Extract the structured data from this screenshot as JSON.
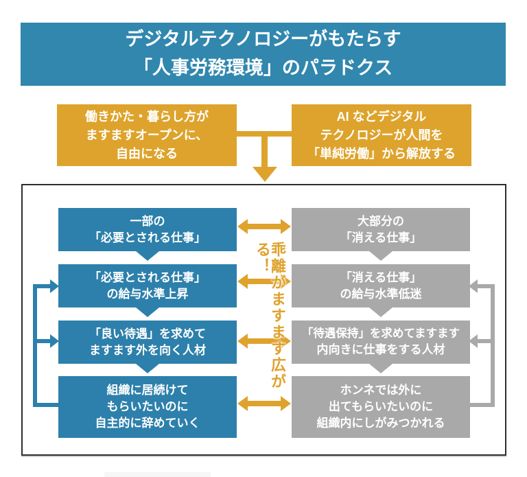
{
  "colors": {
    "header_blue": "#3187ae",
    "box_blue": "#2d80ab",
    "box_gray": "#a9a9a9",
    "orange": "#dda32c",
    "frame_border": "#2d2d2d",
    "text_white": "#ffffff"
  },
  "header": {
    "line1": "デジタルテクノロジーがもたらす",
    "line2": "「人事労務環境」のパラドクス"
  },
  "causes": {
    "left": {
      "lines": [
        "働きかた・暮らし方が",
        "ますますオープンに、",
        "自由になる"
      ]
    },
    "right": {
      "lines": [
        "AI などデジタル",
        "テクノロジーが人間を",
        "「単純労働」から解放する"
      ]
    }
  },
  "diagram": {
    "center_label": "乖離がますます広がる！",
    "left_column": [
      {
        "lines": [
          "一部の",
          "「必要とされる仕事」"
        ]
      },
      {
        "lines": [
          "「必要とされる仕事」",
          "の給与水準上昇"
        ]
      },
      {
        "lines": [
          "「良い待遇」を求めて",
          "ますます外を向く人材"
        ]
      },
      {
        "lines": [
          "組織に居続けて",
          "もらいたいのに",
          "自主的に辞めていく"
        ]
      }
    ],
    "right_column": [
      {
        "lines": [
          "大部分の",
          "「消える仕事」"
        ]
      },
      {
        "lines": [
          "「消える仕事」",
          "の給与水準低迷"
        ]
      },
      {
        "lines": [
          "「待遇保持」を求めてますます",
          "内向きに仕事をする人材"
        ]
      },
      {
        "lines": [
          "ホンネでは外に",
          "出てもらいたいのに",
          "組織内にしがみつかれる"
        ]
      }
    ]
  }
}
